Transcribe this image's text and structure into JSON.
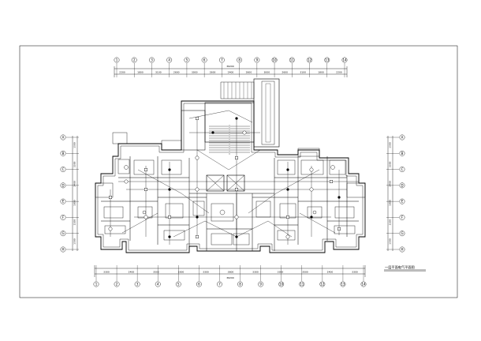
{
  "drawing": {
    "title": "一层平面电气平面图",
    "top_dimension_total": "36200",
    "bottom_dimension_total": "36200",
    "top_dimensions": [
      "2200",
      "1800",
      "3100",
      "2600",
      "3000",
      "2600",
      "2400",
      "2600",
      "3000",
      "2600",
      "3100",
      "1800",
      "2200"
    ],
    "bottom_dimensions": [
      "3300",
      "2400",
      "3500",
      "3300",
      "3300",
      "3600",
      "3300",
      "3300",
      "3500",
      "2400",
      "3300"
    ],
    "left_dimensions": [
      "1500",
      "3300",
      "2400",
      "1800",
      "2100",
      "1500"
    ],
    "right_dimensions": [
      "1500",
      "3300",
      "2400",
      "1800",
      "2100",
      "1500"
    ],
    "top_axes": [
      "1",
      "2",
      "3",
      "4",
      "5",
      "6",
      "7",
      "8",
      "9",
      "10",
      "11",
      "12",
      "13",
      "14"
    ],
    "bottom_axes": [
      "1",
      "2",
      "3",
      "4",
      "5",
      "6",
      "7",
      "8",
      "9",
      "10",
      "11",
      "12",
      "13",
      "14"
    ],
    "left_axes": [
      "A",
      "B",
      "C",
      "D",
      "E",
      "F",
      "G",
      "H"
    ],
    "right_axes": [
      "A",
      "B",
      "C",
      "D",
      "E",
      "F",
      "G",
      "H"
    ]
  },
  "colors": {
    "line": "#000000",
    "paper": "#ffffff",
    "fill": "#f2f2f2"
  }
}
